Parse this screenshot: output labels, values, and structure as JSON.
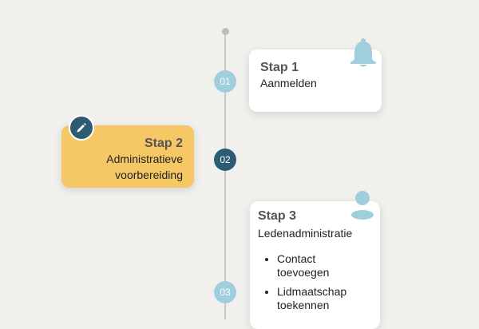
{
  "colors": {
    "background": "#f1f0ed",
    "accent_light": "#9fcfdd",
    "accent_dark": "#2c5b72",
    "highlight_card": "#f5c765",
    "line": "#c8c8c8"
  },
  "steps": [
    {
      "number": "01",
      "title": "Stap 1",
      "subtitle": "Aanmelden",
      "icon": "bell-icon"
    },
    {
      "number": "02",
      "title": "Stap 2",
      "subtitle_line1": "Administratieve",
      "subtitle_line2": "voorbereiding",
      "icon": "pencil-icon"
    },
    {
      "number": "03",
      "title": "Stap 3",
      "subtitle": "Ledenadministratie",
      "icon": "user-icon",
      "items": [
        {
          "line1": "Contact",
          "line2": "toevoegen"
        },
        {
          "line1": "Lidmaatschap",
          "line2": "toekennen"
        }
      ]
    }
  ]
}
